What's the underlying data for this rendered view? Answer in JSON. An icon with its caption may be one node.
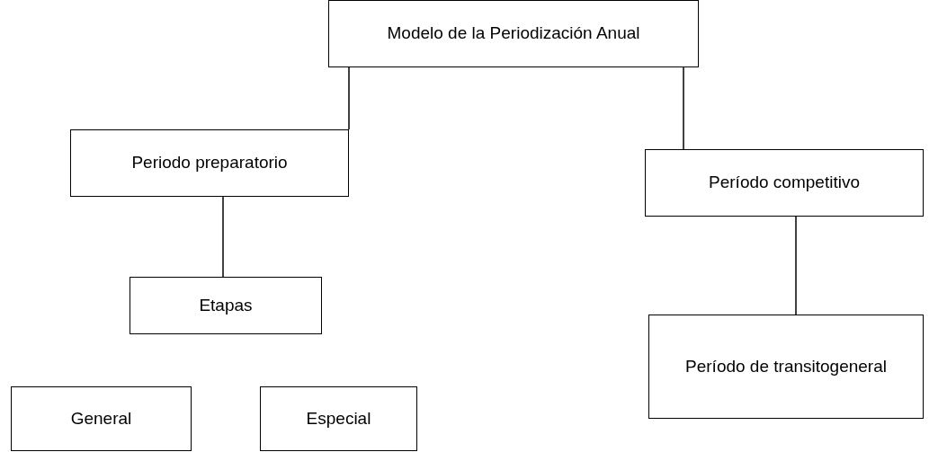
{
  "diagram": {
    "nodes": [
      {
        "text": [
          "Modelo de la Periodización Anual"
        ]
      },
      {
        "text": [
          "Periodo preparatorio"
        ]
      },
      {
        "text": [
          "Período competitivo"
        ]
      },
      {
        "text": [
          "Etapas"
        ]
      },
      {
        "text": [
          "Período de transitogeneral"
        ]
      },
      {
        "text": [
          "General"
        ]
      },
      {
        "text": [
          "Especial"
        ]
      }
    ],
    "edges": [
      {
        "from": 0,
        "to": 1,
        "arrow": "none"
      },
      {
        "from": 0,
        "to": 2,
        "arrow": "none"
      },
      {
        "from": 1,
        "to": 3,
        "arrow": "none"
      },
      {
        "from": 2,
        "to": 4,
        "arrow": "none"
      }
    ]
  }
}
